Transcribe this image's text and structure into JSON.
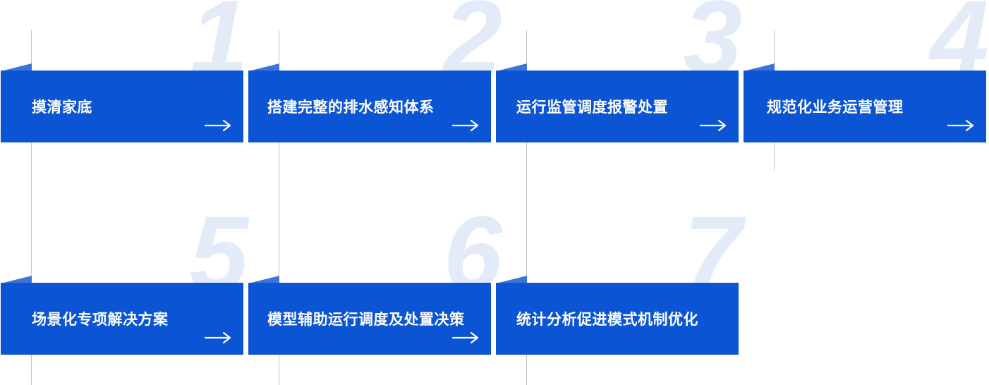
{
  "steps": [
    {
      "number": "1",
      "label": "摸清家底"
    },
    {
      "number": "2",
      "label": "搭建完整的排水感知体系"
    },
    {
      "number": "3",
      "label": "运行监管调度报警处置"
    },
    {
      "number": "4",
      "label": "规范化业务运营管理"
    },
    {
      "number": "5",
      "label": "场景化专项解决方案"
    },
    {
      "number": "6",
      "label": "模型辅助运行调度及处置决策"
    },
    {
      "number": "7",
      "label": "统计分析促进模式机制优化"
    }
  ],
  "icons": {
    "step_arrow": "right-arrow-icon"
  },
  "colors": {
    "box": "#0b55d4",
    "tab": "#3c73d6",
    "number": "#e4ebf8",
    "line": "#bfc3c9",
    "text": "#ffffff"
  }
}
